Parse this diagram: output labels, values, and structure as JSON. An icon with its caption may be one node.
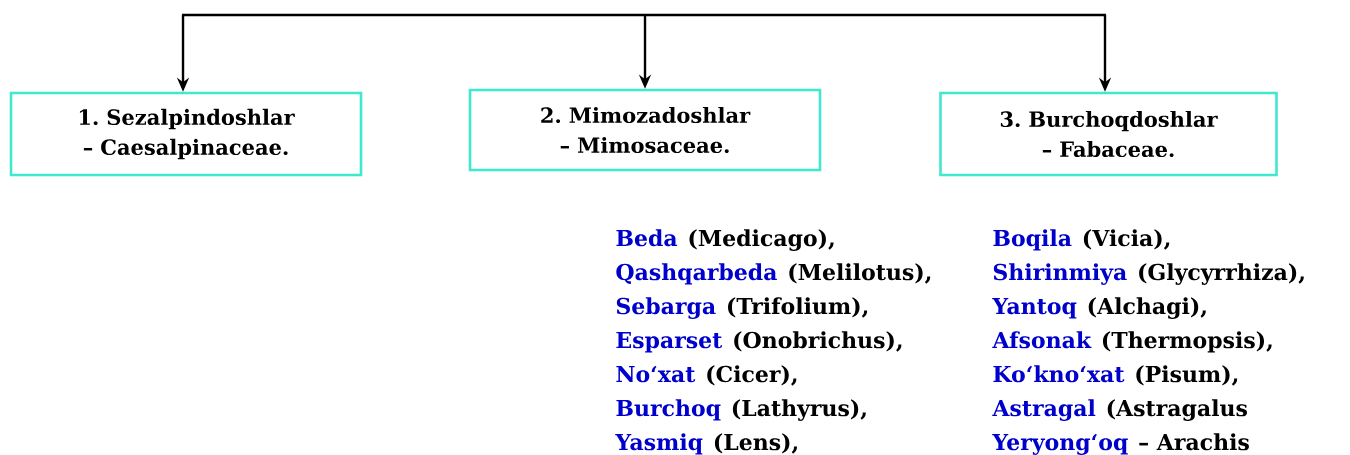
{
  "diagram": {
    "nodes": [
      {
        "text": [
          "1. Sezalpindoshlar – Caesalpinaceae."
        ]
      },
      {
        "text": [
          "2. Mimozadoshlar – Mimosaceae."
        ]
      },
      {
        "text": [
          "3. Burchoqdoshlar – Fabaceae."
        ]
      }
    ],
    "edges": [
      {
        "from": null,
        "to": 0,
        "arrow": "to"
      },
      {
        "from": null,
        "to": 1,
        "arrow": "to"
      },
      {
        "from": null,
        "to": 2,
        "arrow": "to"
      }
    ],
    "labels": [
      "Beda",
      "(Medicago),",
      "Qashqarbeda",
      "(Melilotus),",
      "Sebarga",
      "(Trifolium),",
      "Esparset",
      "(Onobrichus),",
      "No‘xat",
      "(Cicer),",
      "Burchoq",
      "(Lathyrus),",
      "Yasmiq",
      "(Lens),",
      "Boqila",
      "(Vicia),",
      "Shirinmiya",
      "(Glycyrrhiza),",
      "Yantoq",
      "(Alchagi),",
      "Afsonak",
      "(Thermopsis),",
      "Ko‘kno‘xat",
      "(Pisum),",
      "Astragal",
      "(Astragalus",
      "Yeryong‘oq",
      "– Arachis"
    ]
  }
}
